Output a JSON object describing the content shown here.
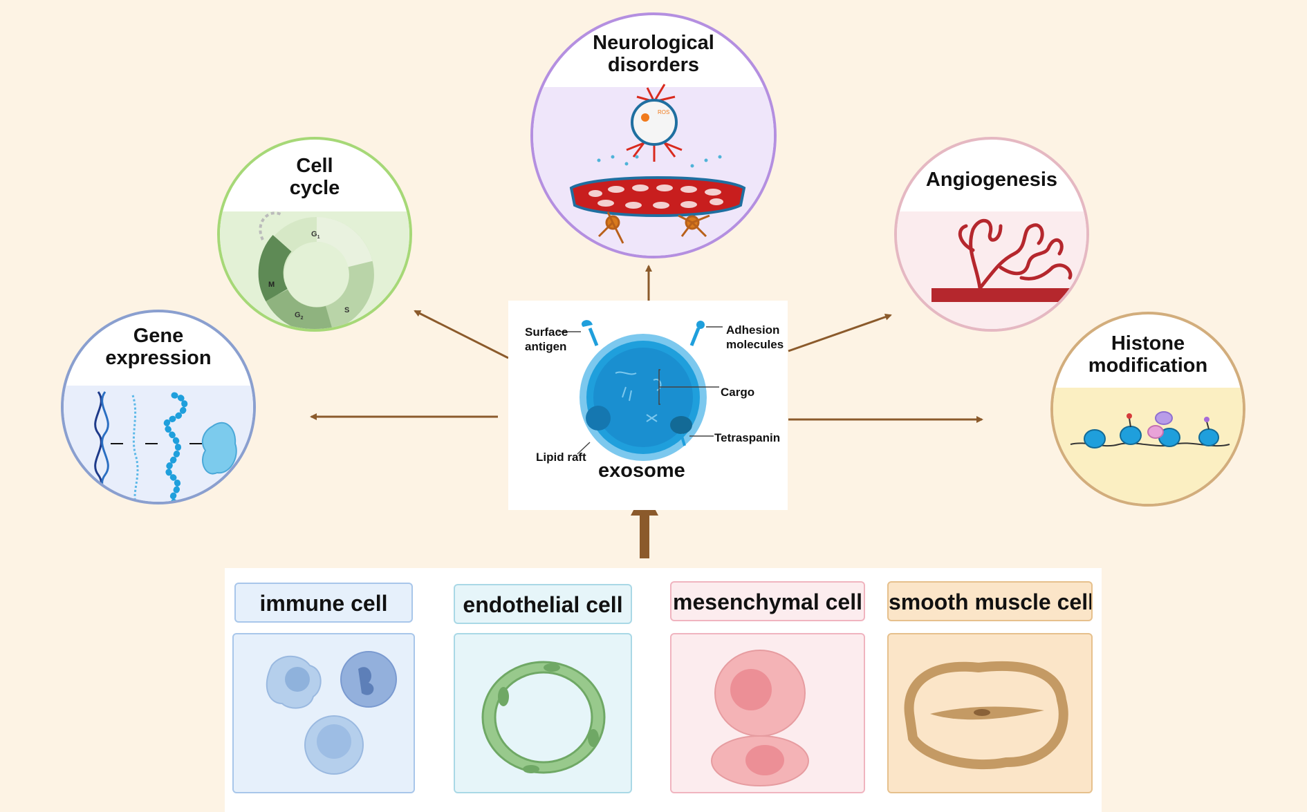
{
  "circles": {
    "gene": {
      "title_line1": "Gene",
      "title_line2": "expression",
      "border": "#8a9fcf",
      "fill": "#e8eefb"
    },
    "cell_cycle": {
      "title_line1": "Cell",
      "title_line2": "cycle",
      "border": "#a6d877",
      "fill": "#e3f1d6",
      "phase_g1": "G",
      "phase_g1_sub": "1",
      "phase_s": "S",
      "phase_g2": "G",
      "phase_g2_sub": "2",
      "phase_m": "M"
    },
    "neuro": {
      "title_line1": "Neurological",
      "title_line2": "disorders",
      "border": "#b48fe0",
      "fill": "#efe6fa",
      "ros_label": "ROS"
    },
    "angio": {
      "title_line1": "Angiogenesis",
      "border": "#e5b8c2",
      "fill": "#fbecee"
    },
    "histone": {
      "title_line1": "Histone",
      "title_line2": "modification",
      "border": "#d2ad7c",
      "fill": "#fbefc2"
    }
  },
  "exosome": {
    "title": "exosome",
    "labels": {
      "surface_antigen_1": "Surface",
      "surface_antigen_2": "antigen",
      "adhesion_1": "Adhesion",
      "adhesion_2": "molecules",
      "cargo": "Cargo",
      "tetraspanin": "Tetraspanin",
      "lipid_raft": "Lipid raft"
    },
    "color": "#1f9fdc"
  },
  "arrow_color": "#8b5a2b",
  "cell_types": [
    {
      "label": "immune cell",
      "border": "#a8c6ea",
      "fill": "#e6f0fb"
    },
    {
      "label": "endothelial cell",
      "border": "#a9d8e6",
      "fill": "#e6f5f9"
    },
    {
      "label": "mesenchymal cell",
      "border": "#f0b4bf",
      "fill": "#fcecee"
    },
    {
      "label": "smooth muscle cell",
      "border": "#e6c08c",
      "fill": "#fbe5c8"
    }
  ]
}
